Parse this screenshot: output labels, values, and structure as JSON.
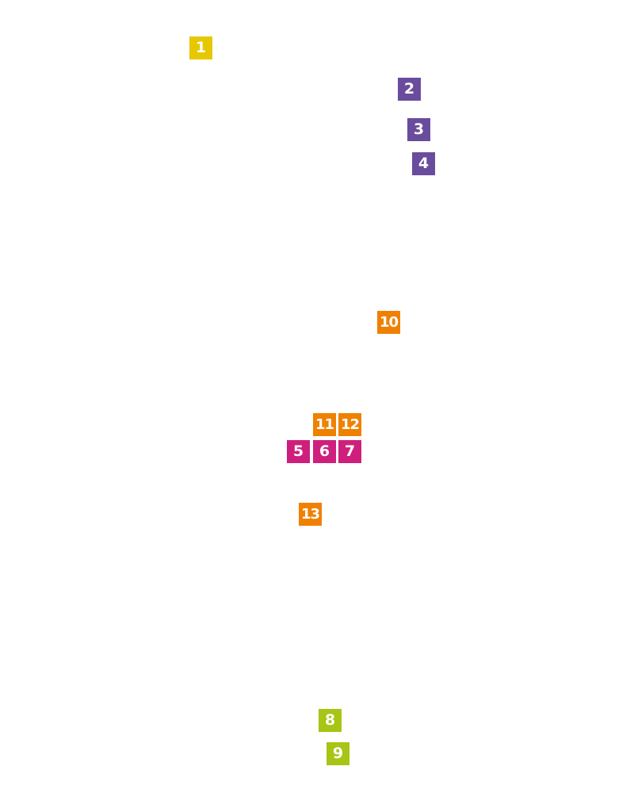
{
  "groups": {
    "yellow": {
      "color": "#e6c700"
    },
    "purple": {
      "color": "#6a4c9c"
    },
    "magenta": {
      "color": "#cf1f7d"
    },
    "orange": {
      "color": "#f08000"
    },
    "green": {
      "color": "#a6c514"
    }
  },
  "markers": [
    {
      "label": "1",
      "group": "yellow"
    },
    {
      "label": "2",
      "group": "purple"
    },
    {
      "label": "3",
      "group": "purple"
    },
    {
      "label": "4",
      "group": "purple"
    },
    {
      "label": "5",
      "group": "magenta"
    },
    {
      "label": "6",
      "group": "magenta"
    },
    {
      "label": "7",
      "group": "magenta"
    },
    {
      "label": "8",
      "group": "green"
    },
    {
      "label": "9",
      "group": "green"
    },
    {
      "label": "10",
      "group": "orange"
    },
    {
      "label": "11",
      "group": "orange"
    },
    {
      "label": "12",
      "group": "orange"
    },
    {
      "label": "13",
      "group": "orange"
    }
  ]
}
